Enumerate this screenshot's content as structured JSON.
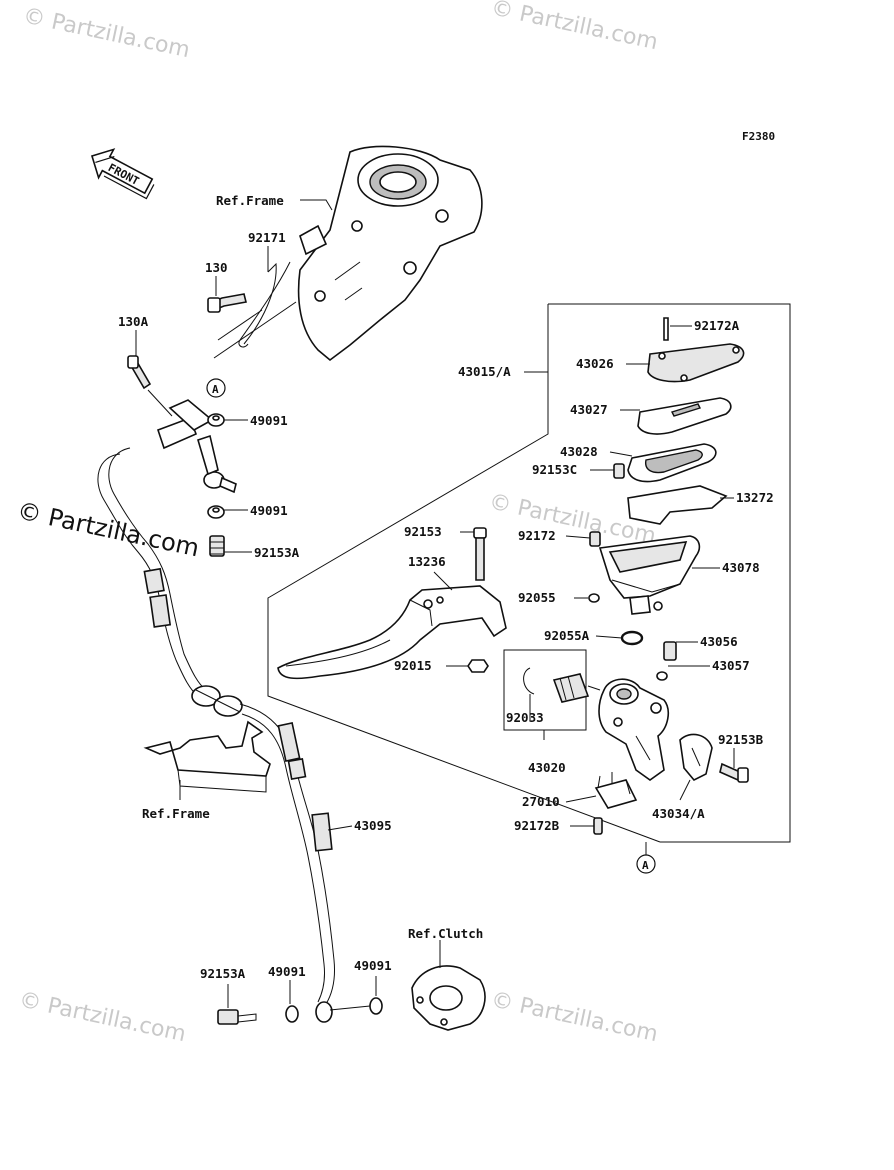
{
  "diagram_code": "F2380",
  "front_arrow": "FRONT",
  "callouts": {
    "ref_frame_top": "Ref.Frame",
    "p92171": "92171",
    "p130": "130",
    "p130A": "130A",
    "circle_a_top": "A",
    "p49091_top": "49091",
    "p49091_mid": "49091",
    "p92153A_top": "92153A",
    "p43015A": "43015/A",
    "p92172A": "92172A",
    "p43026": "43026",
    "p43027": "43027",
    "p43028": "43028",
    "p92153C": "92153C",
    "p13272": "13272",
    "p92153": "92153",
    "p92172": "92172",
    "p13236": "13236",
    "p43078": "43078",
    "p92055": "92055",
    "p92055A": "92055A",
    "p43056": "43056",
    "p92015": "92015",
    "p43057": "43057",
    "p92033": "92033",
    "p92153B": "92153B",
    "p43020": "43020",
    "p27010": "27010",
    "p43034A": "43034/A",
    "p92172B": "92172B",
    "circle_a_bottom": "A",
    "ref_frame_bottom": "Ref.Frame",
    "p43095": "43095",
    "ref_clutch": "Ref.Clutch",
    "p92153A_bottom": "92153A",
    "p49091_bot_left": "49091",
    "p49091_bot_right": "49091"
  },
  "watermarks": {
    "side": "© Partzilla.com",
    "faint": "© Partzilla.com"
  }
}
